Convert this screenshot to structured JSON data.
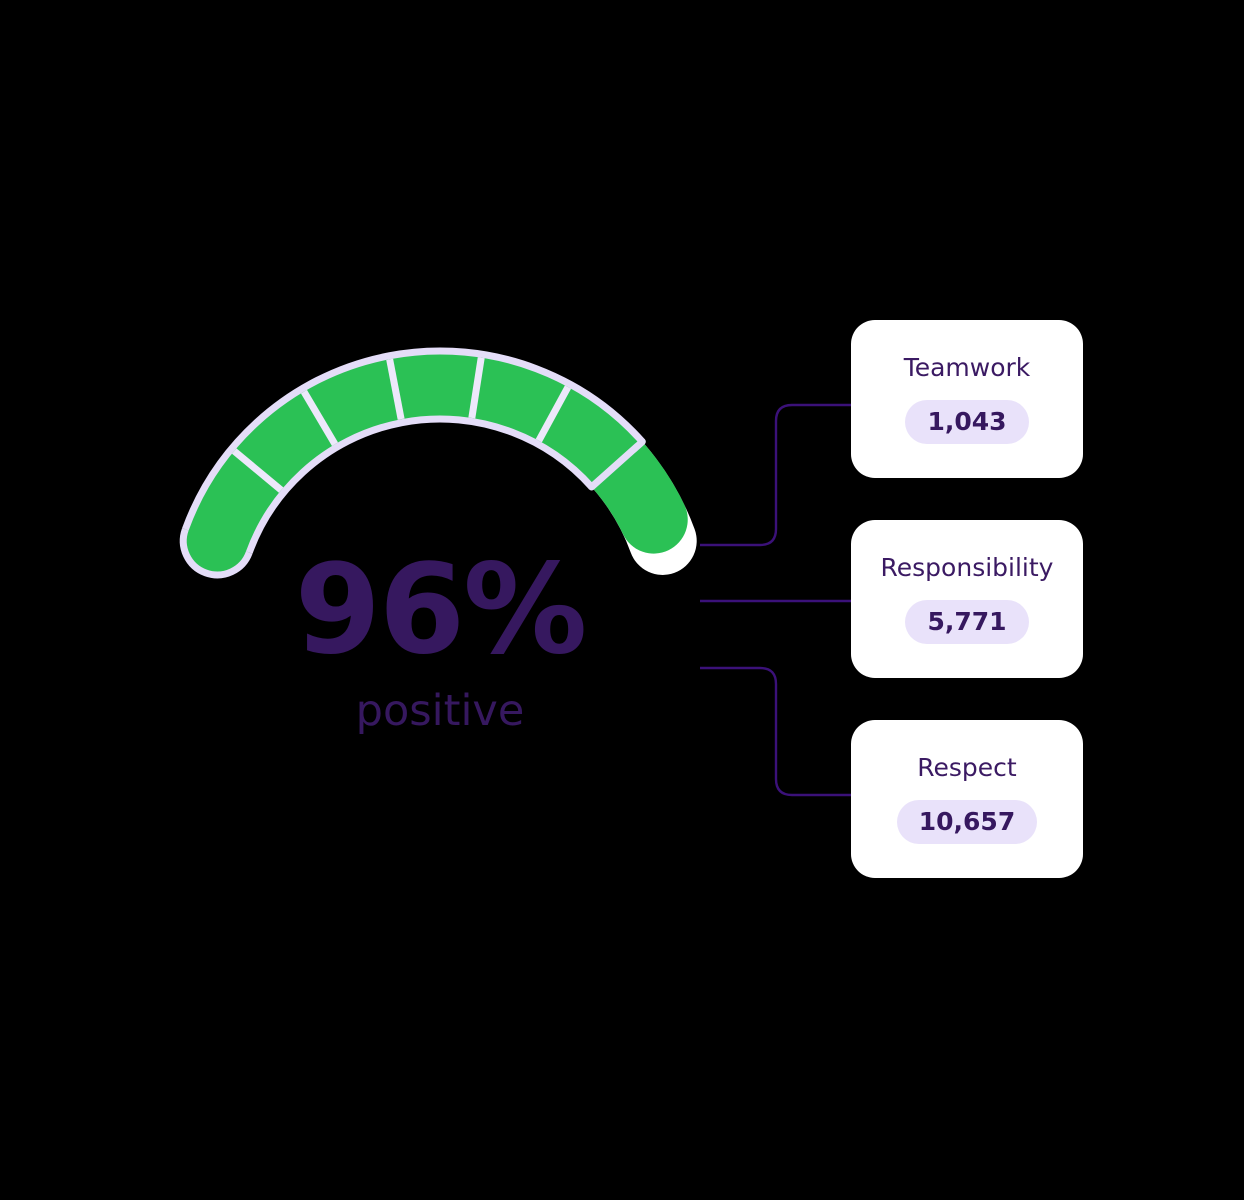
{
  "gauge": {
    "value_text": "96%",
    "value_number": 96,
    "label": "positive",
    "total_units": 100,
    "filled_units": 96,
    "segment_count": 6,
    "colors": {
      "filled": "#2BC155",
      "remaining": "#FFFFFF",
      "outline": "#E4DDF8",
      "separator": "#EDE8FB",
      "text": "#36185F"
    }
  },
  "cards": [
    {
      "title": "Teamwork",
      "count": "1,043"
    },
    {
      "title": "Responsibility",
      "count": "5,771"
    },
    {
      "title": "Respect",
      "count": "10,657"
    }
  ],
  "connectors": {
    "color": "#3B1179",
    "count": 3
  },
  "chart_data": {
    "type": "pie",
    "title": "96% positive",
    "categories": [
      "positive",
      "remaining"
    ],
    "values": [
      96,
      4
    ],
    "unit": "%",
    "center_label": "96%",
    "center_sublabel": "positive",
    "segments": 6,
    "legend_position": "right",
    "annotations": [
      {
        "label": "Teamwork",
        "value": 1043,
        "display": "1,043"
      },
      {
        "label": "Responsibility",
        "value": 5771,
        "display": "5,771"
      },
      {
        "label": "Respect",
        "value": 10657,
        "display": "10,657"
      }
    ],
    "ylim": [
      0,
      100
    ],
    "xlabel": "",
    "ylabel": "",
    "grid": false
  }
}
